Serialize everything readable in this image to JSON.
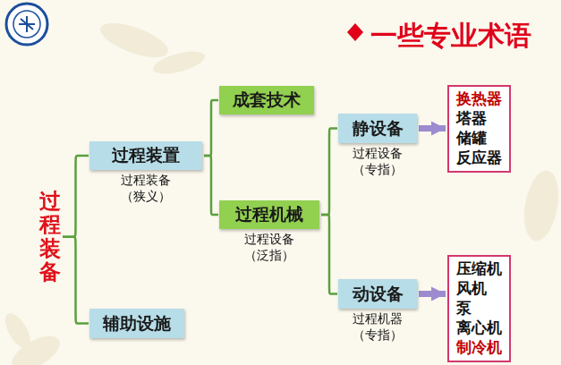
{
  "diagram": {
    "title": "一些专业术语",
    "nodes": [
      {
        "text": [
          "过程装备"
        ]
      },
      {
        "text": [
          "过程装置",
          "过程装备 （狭义）"
        ]
      },
      {
        "text": [
          "成套技术"
        ]
      },
      {
        "text": [
          "过程机械",
          "过程设备 （泛指）"
        ]
      },
      {
        "text": [
          "静设备",
          "过程设备 （专指）"
        ]
      },
      {
        "text": [
          "换热器",
          "塔器",
          "储罐",
          "反应器"
        ]
      },
      {
        "text": [
          "动设备",
          "过程机器 （专指）"
        ]
      },
      {
        "text": [
          "压缩机",
          "风机",
          "泵",
          "离心机",
          "制冷机"
        ]
      },
      {
        "text": [
          "辅助设施"
        ]
      }
    ],
    "edges": [
      {
        "from": 0,
        "to": 1,
        "arrow": "none"
      },
      {
        "from": 0,
        "to": 8,
        "arrow": "none"
      },
      {
        "from": 1,
        "to": 2,
        "arrow": "none"
      },
      {
        "from": 1,
        "to": 3,
        "arrow": "none"
      },
      {
        "from": 3,
        "to": 4,
        "arrow": "none"
      },
      {
        "from": 3,
        "to": 6,
        "arrow": "none"
      },
      {
        "from": 4,
        "to": 5,
        "arrow": "to"
      },
      {
        "from": 6,
        "to": 7,
        "arrow": "to"
      }
    ]
  }
}
